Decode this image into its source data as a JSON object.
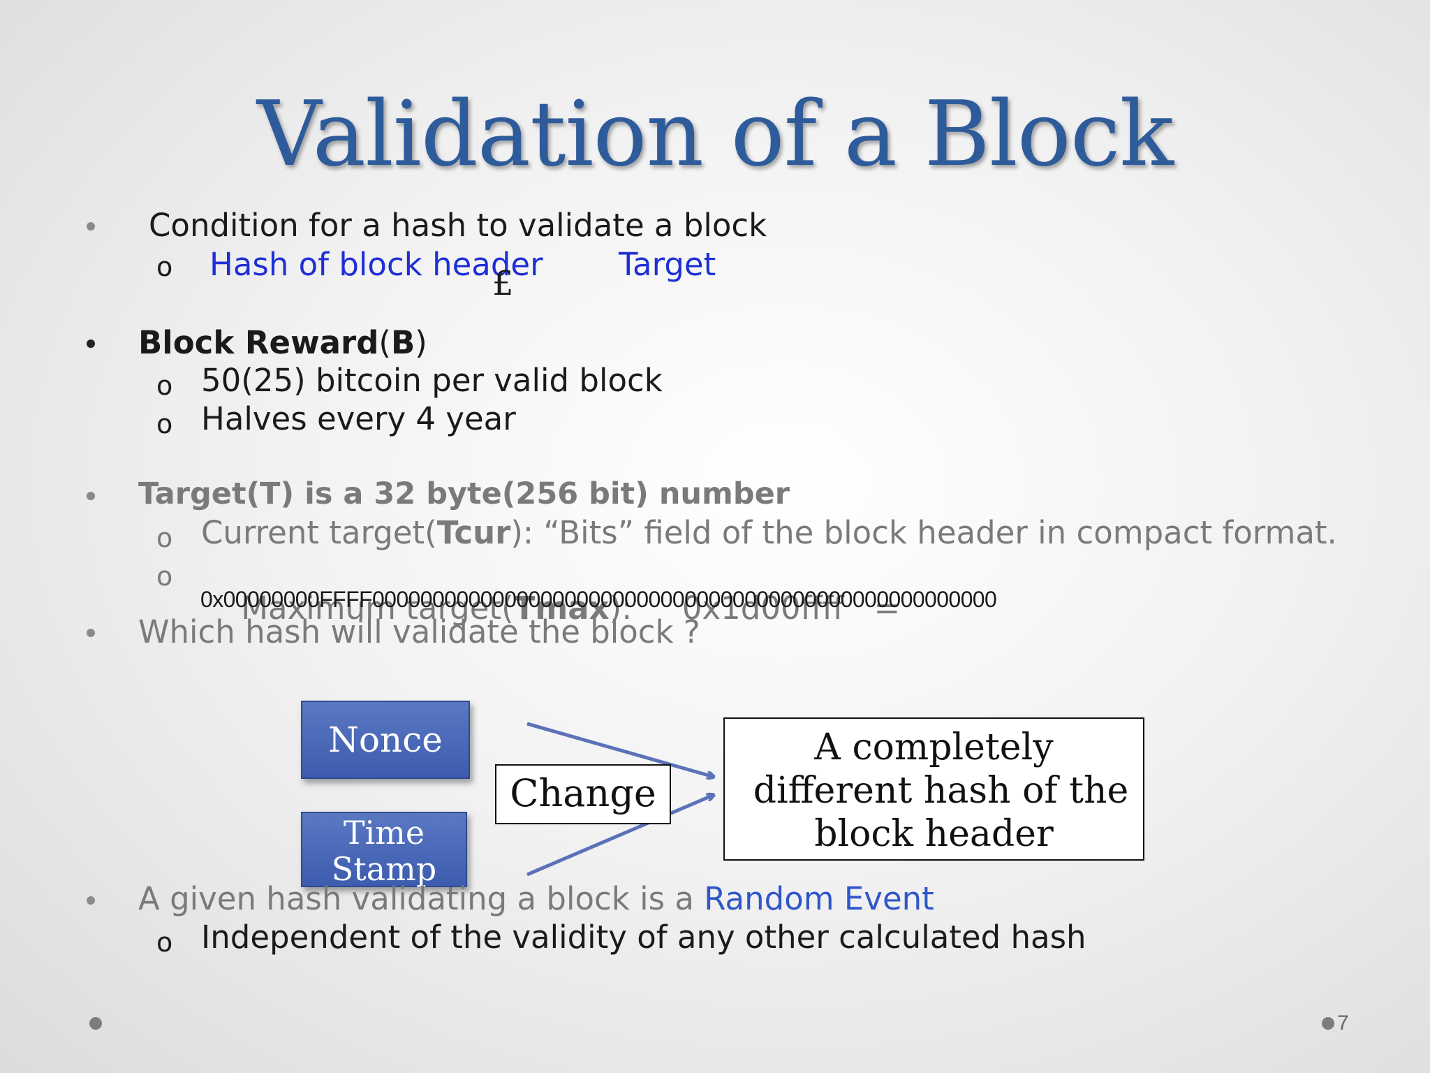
{
  "title": "Validation of a Block",
  "bullets": {
    "b1": {
      "text": "Condition for a hash to validate a block",
      "sub_left": "Hash of block header",
      "sub_symbol": "£",
      "sub_right": "Target"
    },
    "b2": {
      "bold": "Block Reward",
      "paren_open": "(",
      "bold_b": "B",
      "paren_close": ")",
      "sub1": "50(25) bitcoin per valid block",
      "sub2": "Halves every 4 year"
    },
    "b3": {
      "text": "Target(T) is a 32 byte(256 bit) number",
      "sub1_a": "Current target(",
      "sub1_b": "Tcur",
      "sub1_c": "): “Bits” field of the block header in compact format.",
      "sub2_a": "Maximum target(",
      "sub2_b": "Tmax",
      "sub2_c": "):     0x1d00ffff   =",
      "hex": "0x00000000FFFF0000000000000000000000000000000000000000000000000000"
    },
    "b4": {
      "text": "Which hash will validate the block ?"
    },
    "b5": {
      "text_a": "A given hash validating a block is a ",
      "text_b": "Random Event",
      "sub1": "Independent of the validity of any other calculated hash"
    }
  },
  "sub_marker": "o",
  "diagram": {
    "nonce": "Nonce",
    "time_stamp_1": "Time",
    "time_stamp_2": "Stamp",
    "change": "Change",
    "result_1": "A completely",
    "result_2": "different hash of the",
    "result_3": "block header"
  },
  "page_number": "7",
  "colors": {
    "title": "#2e5b9a",
    "link_blue": "#1f2fd6",
    "box_blue": "#4767b8",
    "arrow": "#5b72b8"
  }
}
